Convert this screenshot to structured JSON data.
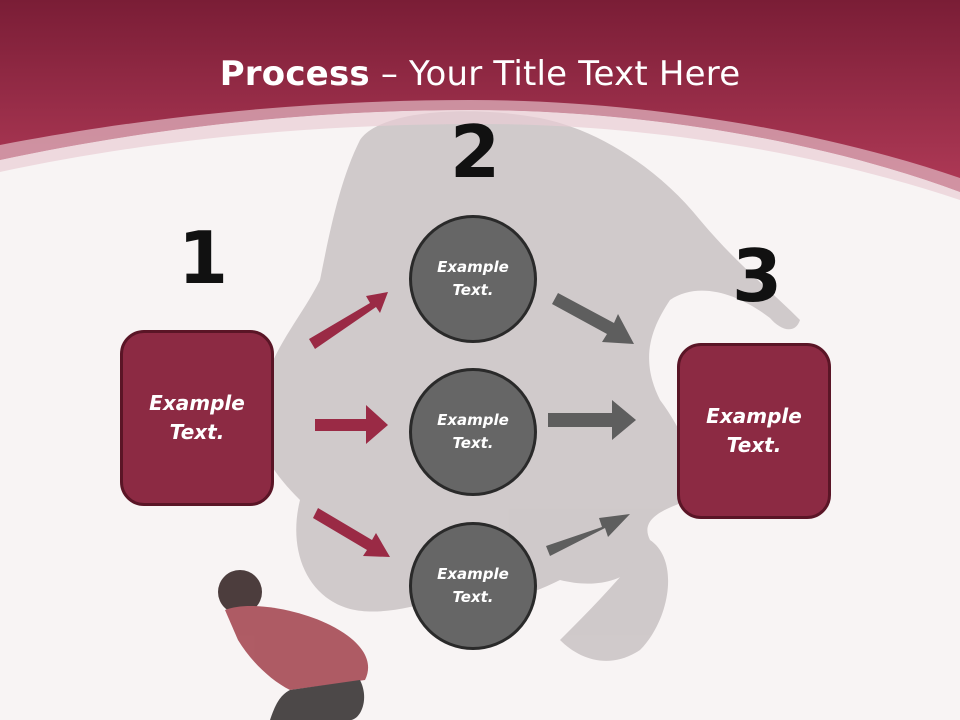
{
  "slide": {
    "title_bold": "Process",
    "title_rest": " – Your Title Text Here"
  },
  "steps": {
    "step1": {
      "number": "1",
      "text": "Example\nText."
    },
    "step2": {
      "number": "2"
    },
    "step3": {
      "number": "3",
      "text": "Example\nText."
    }
  },
  "circles": [
    {
      "text": "Example\nText."
    },
    {
      "text": "Example\nText."
    },
    {
      "text": "Example\nText."
    }
  ],
  "colors": {
    "header": "#8f2440",
    "box_fill": "#8c2a43",
    "circle_fill": "#666666",
    "left_arrow": "#9a2a45",
    "right_arrow": "#5e5e5e"
  }
}
